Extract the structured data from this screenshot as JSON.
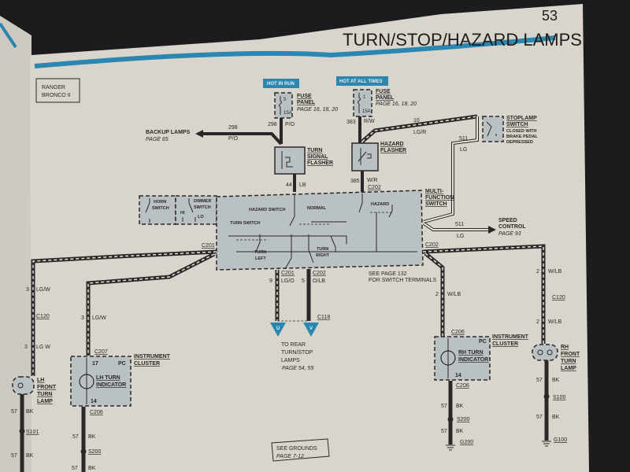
{
  "header": {
    "title": "TURN/STOP/HAZARD LAMPS",
    "page_number": "53"
  },
  "model_box": {
    "line1": "RANGER",
    "line2": "BRONCO II"
  },
  "colors": {
    "accent_blue": "#2b86b0",
    "paper": "#d9d5cd",
    "component_fill": "#b9c1c4"
  },
  "fuse_run": {
    "tag": "HOT IN RUN",
    "fuse_num": "5",
    "rating": "15A",
    "label1": "FUSE",
    "label2": "PANEL",
    "page": "PAGE 16, 18, 20"
  },
  "fuse_all": {
    "tag": "HOT AT ALL TIMES",
    "fuse_num": "1",
    "rating": "15A",
    "label1": "FUSE",
    "label2": "PANEL",
    "page": "PAGE 16, 18, 20"
  },
  "backup": {
    "label": "BACKUP LAMPS",
    "page": "PAGE 65",
    "circuit": "298",
    "color": "P/O"
  },
  "w298": {
    "circuit": "298",
    "color": "P/O"
  },
  "w383": {
    "circuit": "383",
    "color": "R/W"
  },
  "w10": {
    "circuit": "10",
    "color": "LG/R"
  },
  "w511a": {
    "circuit": "511",
    "color": "LG"
  },
  "w44": {
    "circuit": "44",
    "color": "LB"
  },
  "w385": {
    "circuit": "385",
    "color": "W/R",
    "connector": "C202"
  },
  "turn_flasher": {
    "l1": "TURN",
    "l2": "SIGNAL",
    "l3": "FLASHER"
  },
  "hazard_flasher": {
    "l1": "HAZARD",
    "l2": "FLASHER"
  },
  "stoplamp": {
    "l1": "STOPLAMP",
    "l2": "SWITCH",
    "l3": "CLOSED WITH",
    "l4": "BRAKE PEDAL",
    "l5": "DEPRESSED"
  },
  "mfs": {
    "l1": "MULTI-",
    "l2": "FUNCTION",
    "l3": "SWITCH",
    "hazard_switch": "HAZARD SWITCH",
    "normal": "NORMAL",
    "hazard": "HAZARD",
    "turn_switch": "TURN SWITCH",
    "turn_left1": "TURN",
    "turn_left2": "LEFT",
    "turn_right1": "TURN",
    "turn_right2": "RIGHT",
    "see1": "SEE PAGE 132",
    "see2": "FOR SWITCH TERMINALS"
  },
  "horn": {
    "l1": "HORN",
    "l2": "SWITCH"
  },
  "dimmer": {
    "l1": "DIMMER",
    "l2": "SWITCH",
    "hi": "HI",
    "lo": "LO"
  },
  "speed": {
    "circuit": "511",
    "color": "LG",
    "l1": "SPEED",
    "l2": "CONTROL",
    "page": "PAGE 93"
  },
  "c201": "C201",
  "c202": "C202",
  "rear": {
    "c201": "C201",
    "c202": "C202",
    "c118": "C118",
    "w9": "9",
    "w9c": "LG/O",
    "w5": "5",
    "w5c": "O/LB",
    "u": "U",
    "v": "V",
    "l1": "TO REAR",
    "l2": "TURN/STOP",
    "l3": "LAMPS",
    "page": "PAGE 54, 55"
  },
  "left": {
    "w3a": "3",
    "w3ac": "LG/W",
    "c120": "C120",
    "w3b": "3",
    "w3bc": "LG W",
    "lamp1": "LH",
    "lamp2": "FRONT",
    "lamp3": "TURN",
    "lamp4": "LAMP",
    "g57a": "57",
    "g57ac": "BK",
    "s101": "S101",
    "g57b": "57",
    "g57bc": "BK"
  },
  "lh_cluster": {
    "w3": "3",
    "w3c": "LG/W",
    "c207": "C207",
    "pin17": "17",
    "pc": "PC",
    "l1": "INSTRUMENT",
    "l2": "CLUSTER",
    "ind1": "LH TURN",
    "ind2": "INDICATOR",
    "pin14": "14",
    "c206": "C206",
    "g57a": "57",
    "g57ac": "BK",
    "s200": "S200",
    "g57b": "57",
    "g57bc": "BK"
  },
  "rh_cluster": {
    "w2": "2",
    "w2c": "W/LB",
    "c206": "C206",
    "pc": "PC",
    "l1": "INSTRUMENT",
    "l2": "CLUSTER",
    "ind1": "RH TURN",
    "ind2": "INDICATOR",
    "pin14": "14",
    "c206b": "C206",
    "g57a": "57",
    "g57ac": "BK",
    "s200": "S200",
    "g57b": "57",
    "g57bc": "BK",
    "g200": "G200"
  },
  "right": {
    "w2a": "2",
    "w2ac": "W/LB",
    "c120": "C120",
    "w2b": "2",
    "w2bc": "W/LB",
    "lamp1": "RH",
    "lamp2": "FRONT",
    "lamp3": "TURN",
    "lamp4": "LAMP",
    "g57a": "57",
    "g57ac": "BK",
    "s100": "S100",
    "g57b": "57",
    "g57bc": "BK",
    "g100": "G100"
  },
  "grounds": {
    "l1": "SEE GROUNDS",
    "l2": "PAGE 7-12"
  }
}
